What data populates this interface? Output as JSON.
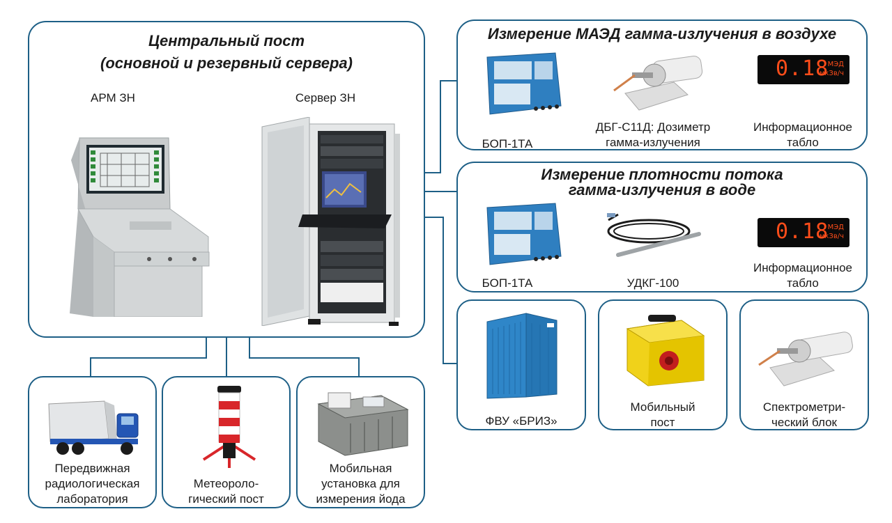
{
  "central": {
    "title_line1": "Центральный пост",
    "title_line2": "(основной и резервный сервера)",
    "arm_label": "АРМ ЗН",
    "server_label": "Сервер ЗН"
  },
  "air": {
    "title": "Измерение МАЭД гамма-излучения в воздухе",
    "items": [
      {
        "label1": "БОП-1ТА",
        "label2": ""
      },
      {
        "label1": "ДБГ-С11Д: Дозиметр",
        "label2": "гамма-излучения"
      },
      {
        "label1": "Информационное",
        "label2": "табло"
      }
    ],
    "display": {
      "value": "0.18",
      "unit1": "МЭД",
      "unit2": "мкЗв/ч"
    }
  },
  "water": {
    "title_line1": "Измерение плотности потока",
    "title_line2": "гамма-излучения в воде",
    "items": [
      {
        "label1": "БОП-1ТА",
        "label2": ""
      },
      {
        "label1": "УДКГ-100",
        "label2": ""
      },
      {
        "label1": "Информационное",
        "label2": "табло"
      }
    ],
    "display": {
      "value": "0.18",
      "unit1": "МЭД",
      "unit2": "мкЗв/ч"
    }
  },
  "right_modules": [
    {
      "label1": "ФВУ «БРИЗ»",
      "label2": ""
    },
    {
      "label1": "Мобильный",
      "label2": "пост"
    },
    {
      "label1": "Спектрометри-",
      "label2": "ческий блок"
    }
  ],
  "bottom_modules": [
    {
      "label1": "Передвижная",
      "label2": "радиологическая",
      "label3": "лаборатория"
    },
    {
      "label1": "Метеороло-",
      "label2": "гический пост",
      "label3": ""
    },
    {
      "label1": "Мобильная",
      "label2": "установка для",
      "label3": "измерения йода"
    }
  ],
  "colors": {
    "border": "#1d5f86",
    "device_blue": "#2f7fc0",
    "display_digits": "#ff4d1a"
  }
}
